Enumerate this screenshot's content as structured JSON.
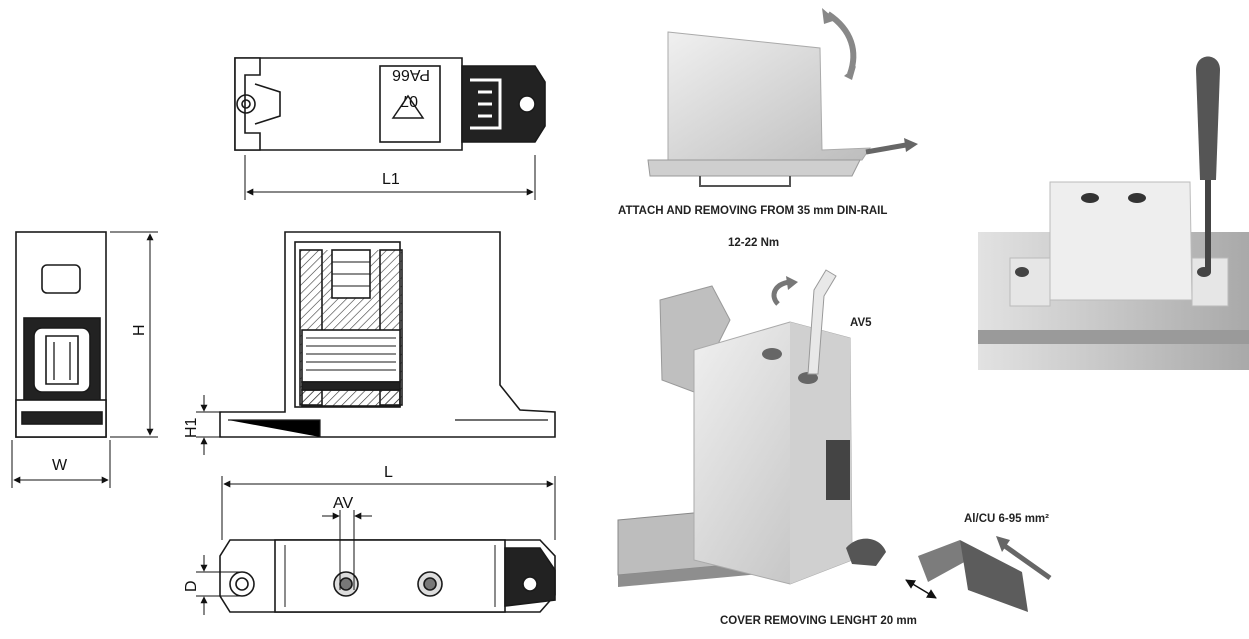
{
  "drawing": {
    "top_view": {
      "dimension": "L1",
      "material_mark": "PA66",
      "recycle_mark": "07"
    },
    "side_view": {
      "dimension_height": "H",
      "dimension_width": "W"
    },
    "section_view": {
      "dimension_base": "H1"
    },
    "bottom_view": {
      "dimension_length": "L",
      "dimension_hole": "AV",
      "dimension_diameter": "D"
    }
  },
  "instructions": {
    "din_rail": "ATTACH AND REMOVING FROM  35 mm DIN-RAIL",
    "torque": "12-22 Nm",
    "tool": "AV5",
    "conductor": "Al/CU 6-95 mm²",
    "cover": "COVER REMOVING LENGHT 20 mm"
  },
  "colors": {
    "line": "#1a1a1a",
    "body": "#ffffff",
    "render_gray": "#d9d9d9",
    "dark": "#222222",
    "rail": "#8a8a8a"
  }
}
